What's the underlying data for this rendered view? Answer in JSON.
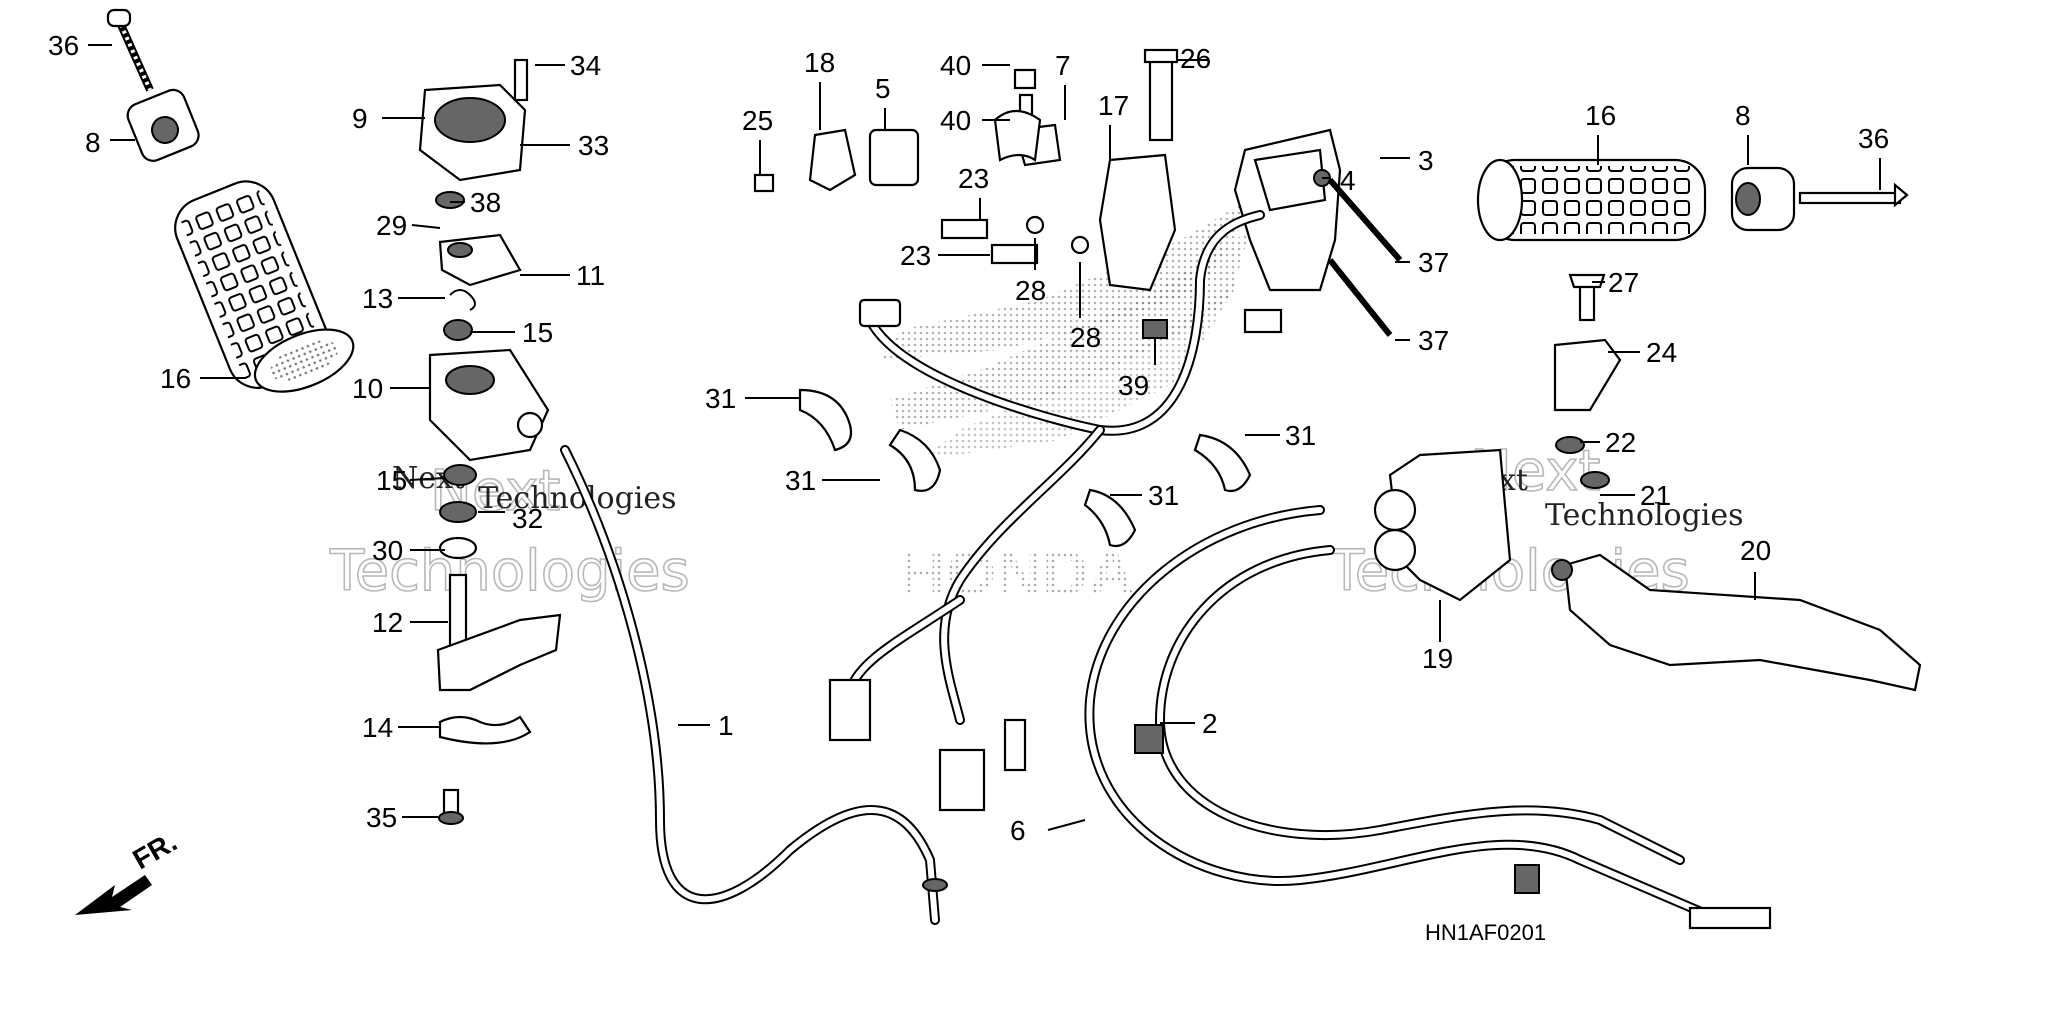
{
  "diagram": {
    "code": "HN1AF0201",
    "direction_label": "FR.",
    "watermark": {
      "brand": "Next",
      "tagline": "Technologies"
    },
    "callouts": [
      "1",
      "2",
      "3",
      "4",
      "5",
      "6",
      "7",
      "8",
      "9",
      "10",
      "11",
      "12",
      "13",
      "14",
      "15",
      "16",
      "17",
      "18",
      "19",
      "20",
      "21",
      "22",
      "23",
      "24",
      "25",
      "26",
      "27",
      "28",
      "29",
      "30",
      "31",
      "32",
      "33",
      "34",
      "35",
      "36",
      "37",
      "38",
      "39",
      "40"
    ]
  }
}
